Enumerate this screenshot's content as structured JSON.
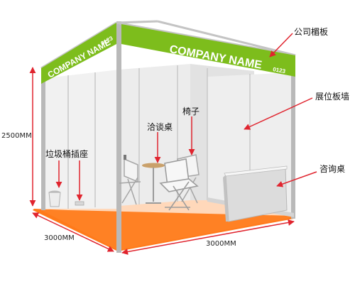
{
  "fascia_front": {
    "company": "COMPANY NAME",
    "number": "0123"
  },
  "fascia_side": {
    "company": "COMPANY NAME",
    "number": "0123"
  },
  "callouts": {
    "fascia": "公司楣板",
    "wall_panel": "展位板墙",
    "consult_desk": "咨询桌",
    "chair": "椅子",
    "negotiation_table": "洽谈桌",
    "trash_bin": "垃圾桶",
    "socket": "插座"
  },
  "dimensions": {
    "height": "2500MM",
    "depth": "3000MM",
    "width": "3000MM"
  },
  "colors": {
    "fascia_green": "#7dbd1c",
    "floor_orange": "#ff7a1a",
    "arrow_red": "#e0242e"
  }
}
